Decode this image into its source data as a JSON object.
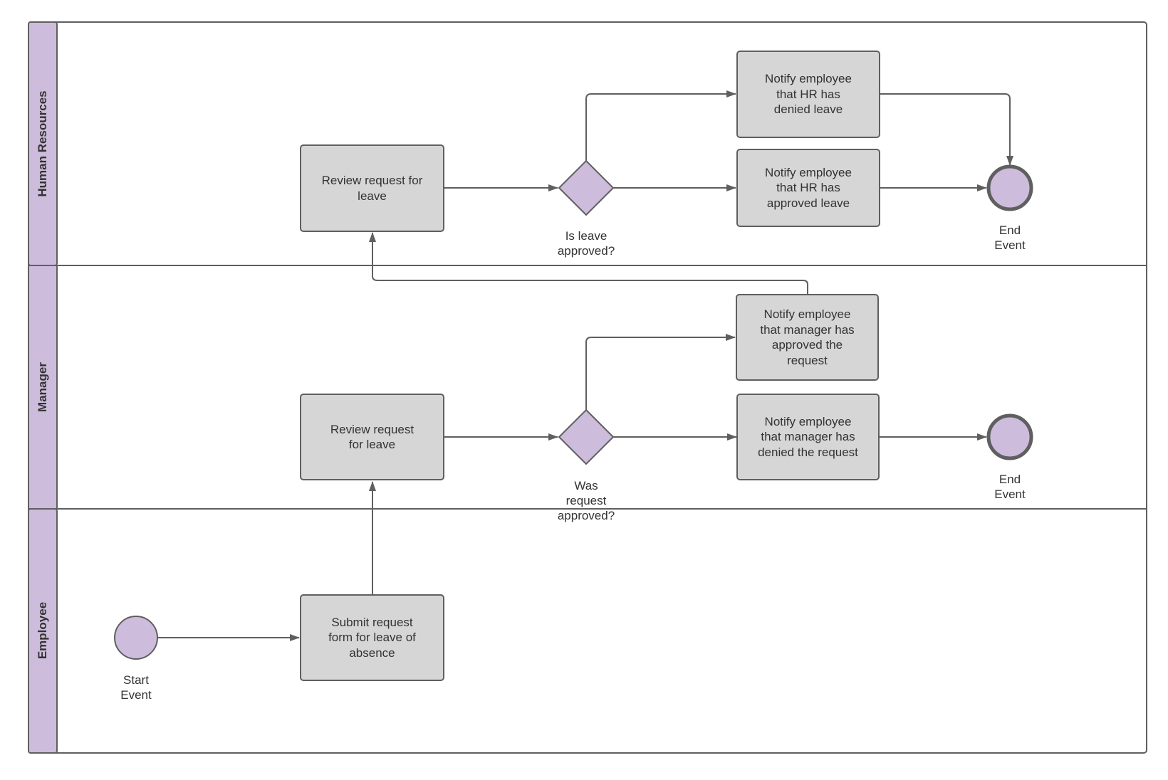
{
  "lanes": [
    {
      "label": "Human Resources"
    },
    {
      "label": "Manager"
    },
    {
      "label": "Employee"
    }
  ],
  "tasks": {
    "submit_request": "Submit request\nform for leave of\nabsence",
    "manager_review": "Review request\nfor leave",
    "notify_manager_approved": "Notify employee\nthat manager has\napproved the\nrequest",
    "notify_manager_denied": "Notify employee\nthat manager has\ndenied the request",
    "hr_review": "Review request for\nleave",
    "notify_hr_denied": "Notify employee\nthat HR has\ndenied leave",
    "notify_hr_approved": "Notify employee\nthat HR has\napproved leave"
  },
  "gateways": {
    "manager_decision": "Was\nrequest\napproved?",
    "hr_decision": "Is leave\napproved?"
  },
  "events": {
    "start": "Start\nEvent",
    "end_manager": "End\nEvent",
    "end_hr": "End\nEvent"
  },
  "colors": {
    "lane_header": "#cdbcdc",
    "event_fill": "#cdbcdc",
    "task_fill": "#d6d6d6",
    "stroke": "#5f5f5f",
    "text": "#333333"
  }
}
